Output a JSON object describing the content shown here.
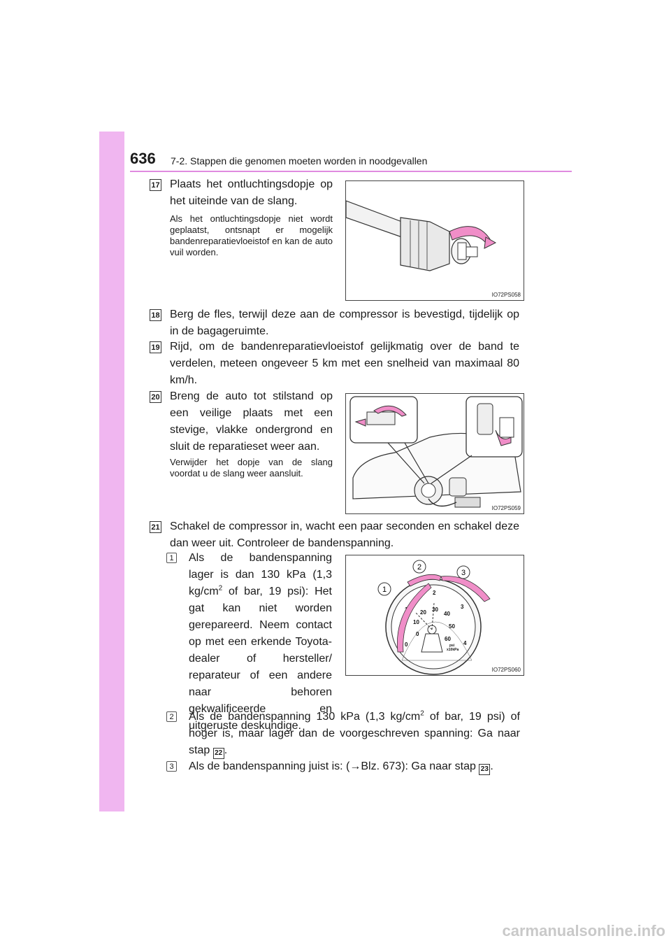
{
  "header": {
    "page_number": "636",
    "section_title": "7-2. Stappen die genomen moeten worden in noodgevallen"
  },
  "steps": {
    "s17": {
      "num": "17",
      "text": "Plaats het ontluchtingsdopje op het uiteinde van de slang.",
      "note": "Als het ontluchtingsdopje niet wordt geplaatst, ontsnapt er mogelijk bandenreparatievloeistof en kan de auto vuil worden.",
      "figure_code": "IO72PS058"
    },
    "s18": {
      "num": "18",
      "text": "Berg de fles, terwijl deze aan de compressor is bevestigd, tijdelijk op in de bagageruimte."
    },
    "s19": {
      "num": "19",
      "text": "Rijd, om de bandenreparatievloeistof gelijkmatig over de band te verdelen, meteen ongeveer 5 km met een snelheid van maximaal 80 km/h."
    },
    "s20": {
      "num": "20",
      "text": "Breng de auto tot stilstand op een veilige plaats met een stevige, vlakke ondergrond en sluit de reparatieset weer aan.",
      "note": "Verwijder het dopje van de slang voordat u de slang weer aansluit.",
      "figure_code": "IO72PS059"
    },
    "s21": {
      "num": "21",
      "text": "Schakel de compressor in, wacht een paar seconden en schakel deze dan weer uit. Controleer de bandenspanning.",
      "figure_code": "IO72PS060",
      "items": [
        {
          "num": "1",
          "text_a": "Als de bandenspanning lager is dan 130 kPa (1,3 kg/cm",
          "sup": "2",
          "text_b": " of bar, 19 psi): Het gat kan niet worden gerepareerd. Neem contact op met een erkende Toyota-dealer of hersteller/ reparateur of een andere naar behoren gekwalificeerde en uitgeruste deskundige."
        },
        {
          "num": "2",
          "text_a": "Als de bandenspanning 130 kPa (1,3 kg/cm",
          "sup": "2",
          "text_b": " of bar, 19 psi) of hoger is, maar lager dan de voorgeschreven spanning: Ga naar stap ",
          "ref": "22",
          "end": "."
        },
        {
          "num": "3",
          "text_a": "Als de bandenspanning juist is: (",
          "arrow": "→",
          "text_b": "Blz. 673): Ga naar stap ",
          "ref": "23",
          "end": "."
        }
      ],
      "gauge": {
        "kpa_labels": [
          "0",
          "10",
          "20",
          "30",
          "40",
          "50",
          "60"
        ],
        "bar_labels": [
          "0",
          "1",
          "2",
          "3",
          "4"
        ],
        "unit_psi": "psi",
        "unit_kpa": "x10kPa",
        "callouts": [
          "1",
          "2",
          "3"
        ]
      }
    }
  },
  "footer": {
    "watermark": "carmanualsonline.info"
  }
}
